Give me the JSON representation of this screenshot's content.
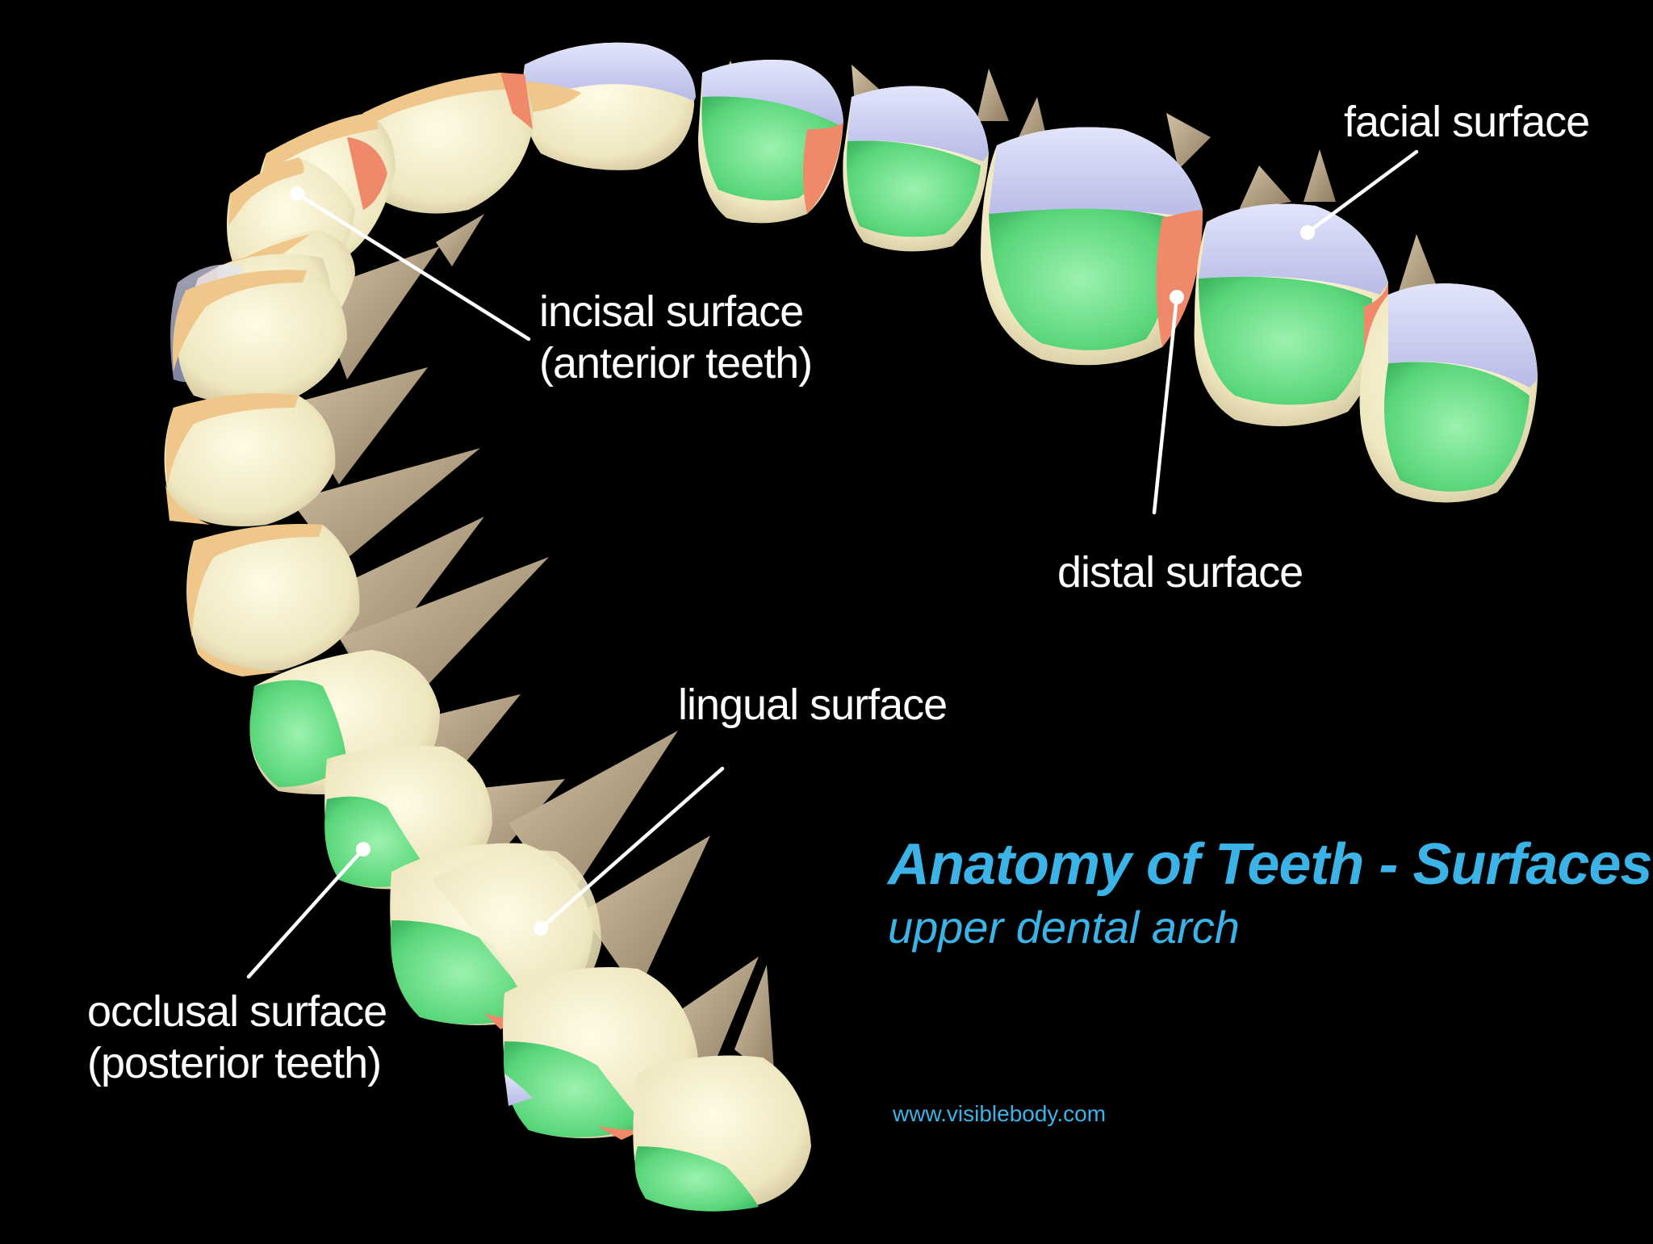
{
  "diagram": {
    "title": "Anatomy of Teeth - Surfaces",
    "subtitle": "upper dental arch",
    "website": "www.visiblebody.com",
    "labels": {
      "facial": [
        "facial surface"
      ],
      "incisal": [
        "incisal surface",
        "(anterior teeth)"
      ],
      "distal": [
        "distal surface"
      ],
      "lingual": [
        "lingual surface"
      ],
      "occlusal": [
        "occlusal surface",
        "(posterior teeth)"
      ]
    },
    "colors": {
      "background": "#000000",
      "crown": "#f2ecc6",
      "root": "#b8a68a",
      "occlusal": "#6fe08a",
      "facial": "#cfd3f4",
      "incisal": "#f0c78a",
      "distal": "#f0886a",
      "title": "#3bb3e6",
      "leader": "#ffffff"
    }
  }
}
